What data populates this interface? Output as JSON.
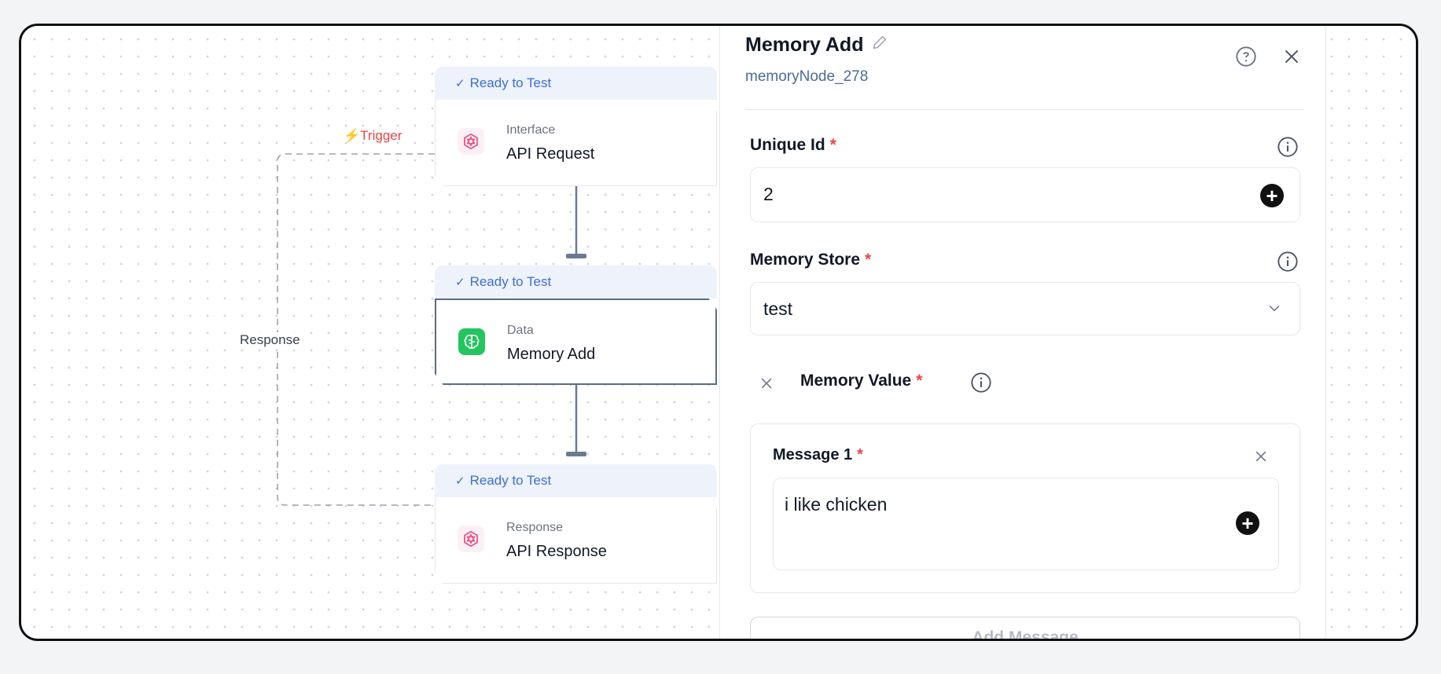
{
  "canvas": {
    "edges": {
      "trigger_label": "⚡Trigger",
      "response_label": "Response"
    },
    "nodes": [
      {
        "status": "Ready to Test",
        "category": "Interface",
        "title": "API Request",
        "icon": "api-interface-icon"
      },
      {
        "status": "Ready to Test",
        "category": "Data",
        "title": "Memory Add",
        "icon": "memory-brain-icon",
        "selected": true
      },
      {
        "status": "Ready to Test",
        "category": "Response",
        "title": "API Response",
        "icon": "api-interface-icon"
      }
    ]
  },
  "panel": {
    "title": "Memory Add",
    "node_id": "memoryNode_278",
    "fields": {
      "unique_id": {
        "label": "Unique Id",
        "required": "*",
        "value": "2"
      },
      "memory_store": {
        "label": "Memory Store",
        "required": "*",
        "value": "test"
      },
      "memory_value": {
        "label": "Memory Value",
        "required": "*"
      }
    },
    "messages": [
      {
        "label": "Message 1",
        "required": "*",
        "value": "i like chicken"
      }
    ],
    "add_message_label": "Add Message"
  },
  "colors": {
    "accent": "#3b6fd4",
    "required": "#ef4444",
    "trigger": "#ef4444",
    "data_node": "#22c55e",
    "interface_node": "#e64980"
  }
}
